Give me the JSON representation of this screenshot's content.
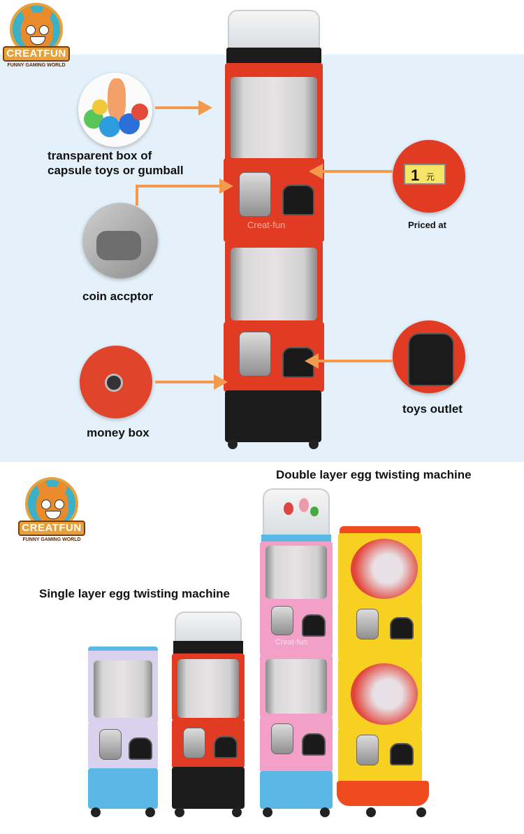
{
  "brand": {
    "name": "CREATFUN",
    "tagline": "FUNNY GAMING WORLD"
  },
  "machine_text": "Creat-fun",
  "callouts": {
    "transparent_box": "transparent box of\ncapsule toys or gumball",
    "coin_acceptor": "coin accptor",
    "money_box": "money box",
    "priced_at": "Priced at",
    "toys_outlet": "toys outlet"
  },
  "price_tag": {
    "value": "1",
    "unit": "元"
  },
  "section_titles": {
    "double_layer": "Double layer egg twisting machine",
    "single_layer": "Single layer egg twisting machine"
  },
  "colors": {
    "background_band": "#e4f1fa",
    "arrow": "#f39a4c",
    "red_machine": "#e23b24",
    "pink_machine": "#f3a0c8",
    "yellow_machine": "#f7d021",
    "lavender_machine": "#d9d2ee",
    "blue_base": "#5ab8e6"
  }
}
